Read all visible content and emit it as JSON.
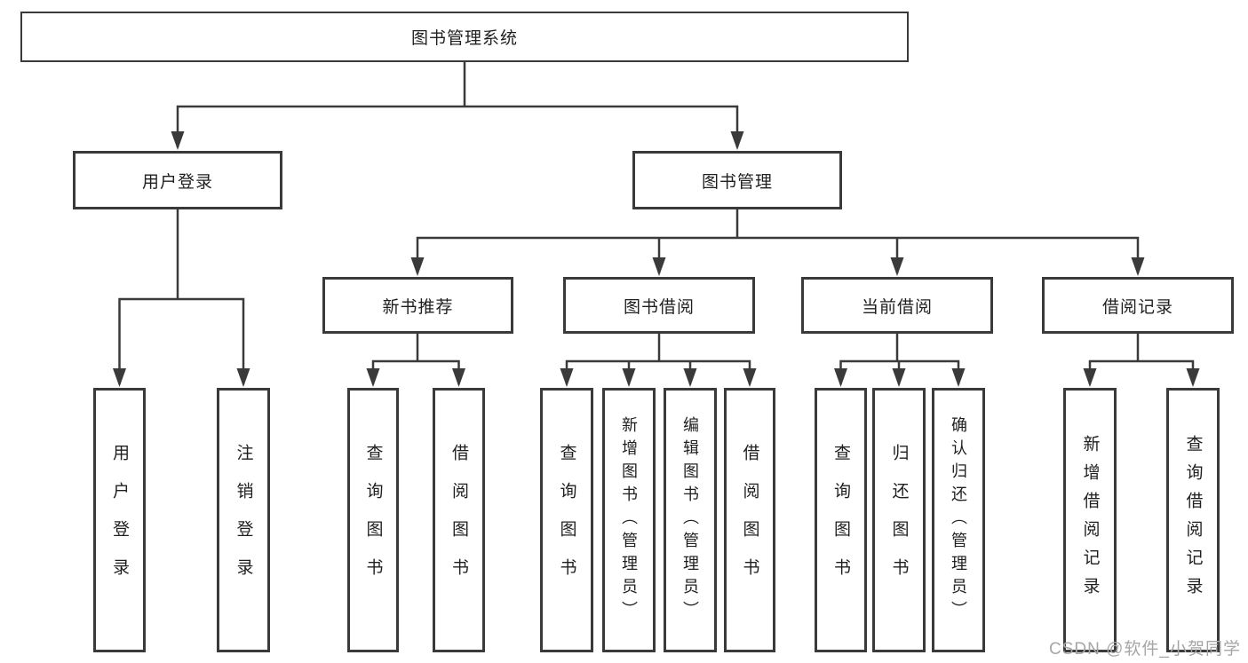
{
  "tree": {
    "label": "图书管理系统",
    "children": [
      {
        "label": "用户登录",
        "children": [
          {
            "label": "用户登录"
          },
          {
            "label": "注销登录"
          }
        ]
      },
      {
        "label": "图书管理",
        "children": [
          {
            "label": "新书推荐",
            "children": [
              {
                "label": "查询图书"
              },
              {
                "label": "借阅图书"
              }
            ]
          },
          {
            "label": "图书借阅",
            "children": [
              {
                "label": "查询图书"
              },
              {
                "label": "新增图书（管理员）"
              },
              {
                "label": "编辑图书（管理员）"
              },
              {
                "label": "借阅图书"
              }
            ]
          },
          {
            "label": "当前借阅",
            "children": [
              {
                "label": "查询图书"
              },
              {
                "label": "归还图书"
              },
              {
                "label": "确认归还（管理员）"
              }
            ]
          },
          {
            "label": "借阅记录",
            "children": [
              {
                "label": "新增借阅记录"
              },
              {
                "label": "查询借阅记录"
              }
            ]
          }
        ]
      }
    ]
  },
  "watermark": "CSDN @软件_小贺同学",
  "colors": {
    "line": "#3a3a3a",
    "box_border": "#3a3a3a",
    "text": "#1f1f1f",
    "background": "#ffffff",
    "watermark": "#a6a6a6"
  }
}
